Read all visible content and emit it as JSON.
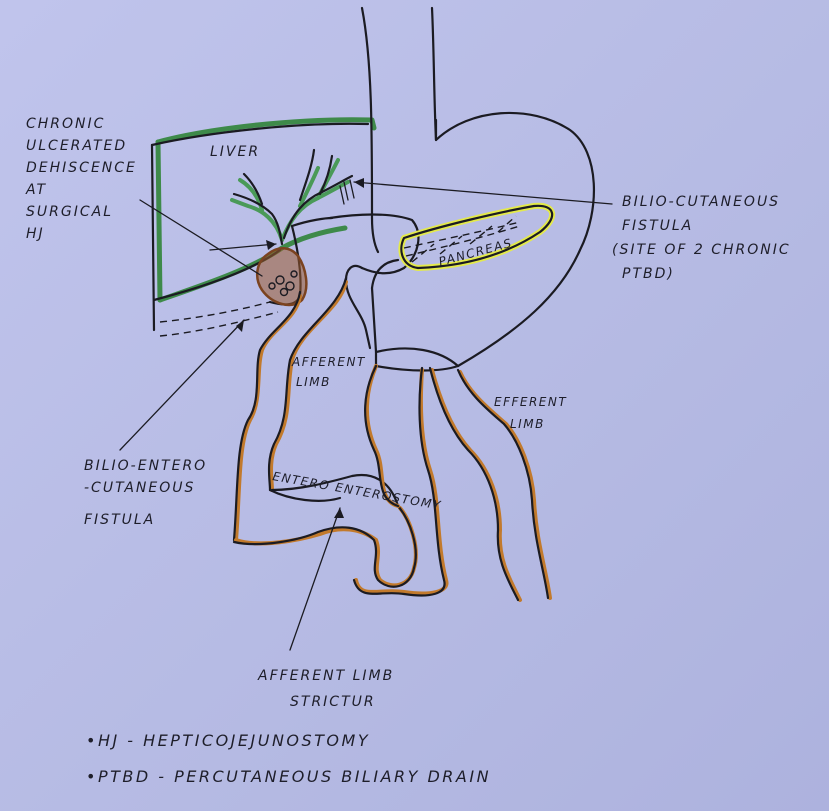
{
  "labels": {
    "chronic": [
      "CHRONIC",
      "ULCERATED",
      "DEHISCENCE",
      "AT",
      "SURGICAL",
      "HJ"
    ],
    "liver": "LIVER",
    "bilio_cutaneous": [
      "BILIO-CUTANEOUS",
      "FISTULA",
      "(SITE OF 2 CHRONIC",
      "PTBD)"
    ],
    "pancreas": "PANCREAS",
    "afferent_limb": [
      "AFFERENT",
      "LIMB"
    ],
    "efferent_limb": [
      "EFFERENT",
      "LIMB"
    ],
    "bilio_entero": [
      "BILIO-ENTERO",
      "-CUTANEOUS",
      "FISTULA"
    ],
    "entero_enterostomy": "ENTERO ENTEROSTOMY",
    "afferent_stricture": [
      "AFFERENT LIMB",
      "STRICTUR"
    ]
  },
  "legend": [
    "•HJ - HEPTICOJEJUNOSTOMY",
    "•PTBD - PERCUTANEOUS BILIARY DRAIN"
  ],
  "colors": {
    "paper": "#b9bee6",
    "ink": "#1b1b22",
    "liver_green": "#3e8a4a",
    "pancreas_yellow": "#e4ea4a",
    "bowel_orange": "#c27a2c",
    "dehiscence_brown": "#9a5a2e"
  }
}
